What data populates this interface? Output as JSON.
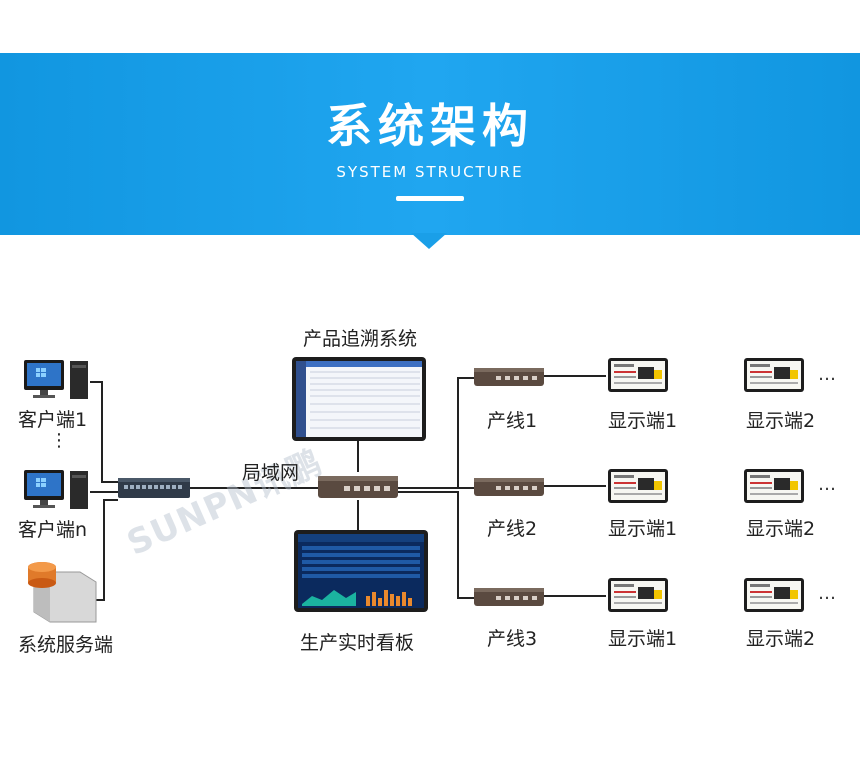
{
  "header": {
    "title": "系统架构",
    "subtitle": "SYSTEM STRUCTURE"
  },
  "left": {
    "client1": "客户端1",
    "client_ellipsis": "⋮",
    "clientn": "客户端n",
    "server": "系统服务端"
  },
  "center": {
    "trace_system": "产品追溯系统",
    "lan": "局域网",
    "dashboard": "生产实时看板"
  },
  "lines": [
    {
      "line": "产线1",
      "display1": "显示端1",
      "display2": "显示端2",
      "more": "…"
    },
    {
      "line": "产线2",
      "display1": "显示端1",
      "display2": "显示端2",
      "more": "…"
    },
    {
      "line": "产线3",
      "display1": "显示端1",
      "display2": "显示端2",
      "more": "…"
    }
  ],
  "watermark": "SUNPN讯鹏",
  "colors": {
    "banner": "#1a9fe8",
    "line": "#222222"
  }
}
